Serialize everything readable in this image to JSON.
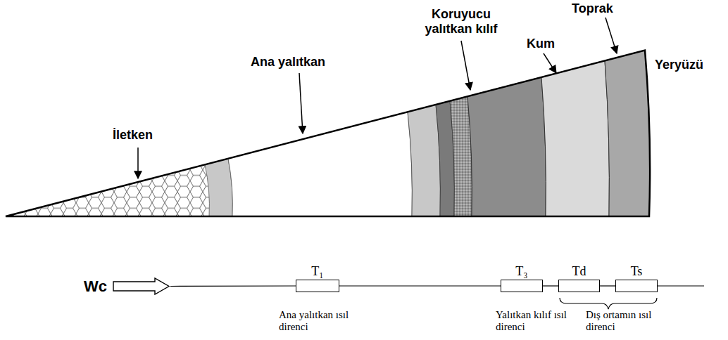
{
  "diagram": {
    "nodes": [
      {
        "text": [
          "Wc"
        ]
      },
      {
        "text": [
          "T₁"
        ]
      },
      {
        "text": [
          "T₃"
        ]
      },
      {
        "text": [
          "Td"
        ]
      },
      {
        "text": [
          "Ts"
        ]
      }
    ],
    "edges": [
      {
        "from": 0,
        "to": 1,
        "arrow": "none"
      },
      {
        "from": 1,
        "to": 2,
        "arrow": "none"
      },
      {
        "from": 2,
        "to": 3,
        "arrow": "none"
      },
      {
        "from": 3,
        "to": 4,
        "arrow": "none"
      }
    ],
    "labels": [
      "İletken",
      "Ana yalıtkan",
      "Koruyucu yalıtkan kılıf",
      "Kum",
      "Toprak",
      "Yeryüzü",
      "Ana yalıtkan ısıl direnci",
      "Yalıtkan kılıf ısıl direnci",
      "Dış ortamın ısıl direnci"
    ]
  }
}
